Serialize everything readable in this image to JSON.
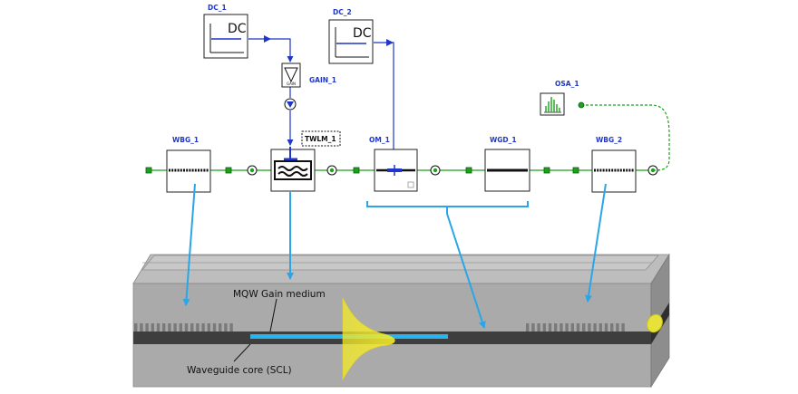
{
  "colors": {
    "component_label": "#1f36c8",
    "optical_link": "#1aa31a",
    "electrical_link": "#1f36c8",
    "arrow": "#2aa6e8",
    "gain_region": "#28b4ee",
    "mode_profile": "#f3ea2a",
    "chip_top": "#b9b9b9",
    "chip_front": "#a9a9a9",
    "chip_core": "#3e3e3e"
  },
  "components": {
    "dc1": {
      "label": "DC_1",
      "text": "DC"
    },
    "dc2": {
      "label": "DC_2",
      "text": "DC"
    },
    "gain1": {
      "label": "GAIN_1",
      "icon": "amplifier-icon"
    },
    "twlm1": {
      "label": "TWLM_1",
      "icon": "waveguide-laser-icon"
    },
    "wbg1": {
      "label": "WBG_1",
      "icon": "bragg-grating-icon"
    },
    "om1": {
      "label": "OM_1",
      "icon": "modulator-icon"
    },
    "wgd1": {
      "label": "WGD_1",
      "icon": "waveguide-icon"
    },
    "wbg2": {
      "label": "WBG_2",
      "icon": "bragg-grating-icon"
    },
    "osa1": {
      "label": "OSA_1",
      "icon": "spectrum-icon"
    }
  },
  "annotations": {
    "gain_medium": "MQW Gain medium",
    "waveguide_core": "Waveguide core (SCL)"
  }
}
